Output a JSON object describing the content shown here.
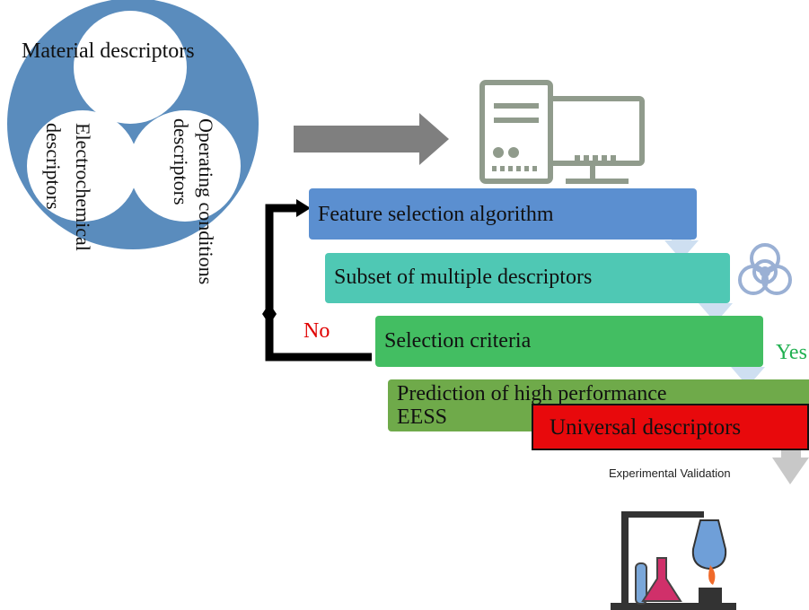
{
  "venn": {
    "top_label": "Material descriptors",
    "left_label_line1": "Electrochemical",
    "left_label_line2": "descriptors",
    "right_label_line1": "Operating conditions",
    "right_label_line2": "descriptors"
  },
  "steps": [
    {
      "label": "Feature selection algorithm",
      "color": "#5b8fd0"
    },
    {
      "label": "Subset of multiple descriptors",
      "color": "#4fc8b4"
    },
    {
      "label": "Selection criteria",
      "color": "#43be62"
    },
    {
      "label_line1": "Prediction of high performance",
      "label_line2": "EESS",
      "color": "#6faa4a"
    },
    {
      "label": "Universal descriptors",
      "color": "#e8090c"
    }
  ],
  "loop": {
    "no_label": "No",
    "yes_label": "Yes",
    "no_color": "#e00000",
    "yes_color": "#20b050"
  },
  "validation": {
    "label": "Experimental Validation"
  },
  "icons": [
    "computer-icon",
    "biohazard-icon",
    "lab-equipment-icon"
  ]
}
